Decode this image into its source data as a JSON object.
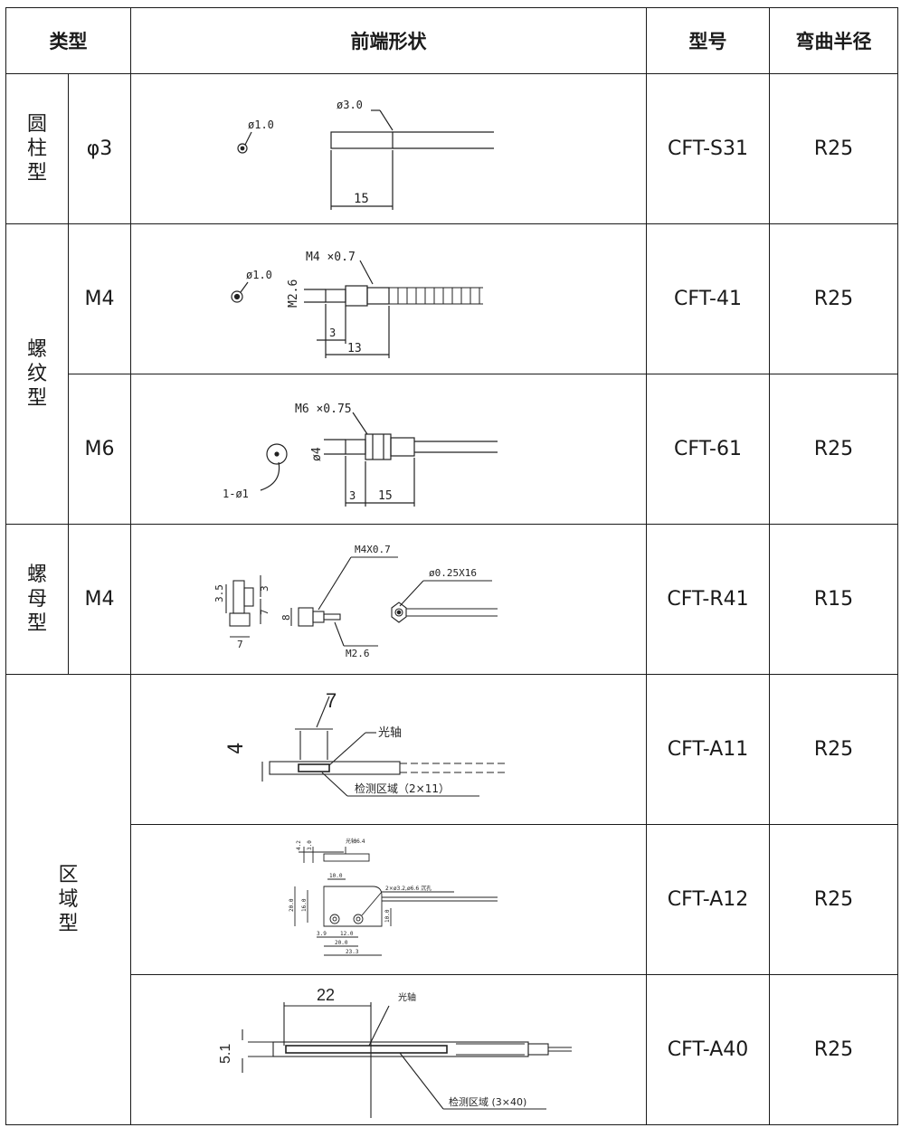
{
  "headers": {
    "type": "类型",
    "tip_shape": "前端形状",
    "model": "型号",
    "bend_radius": "弯曲半径"
  },
  "groups": {
    "cylinder": [
      "圆",
      "柱",
      "型"
    ],
    "thread": [
      "螺",
      "纹",
      "型"
    ],
    "nut": [
      "螺",
      "母",
      "型"
    ],
    "area": [
      "区",
      "域",
      "型"
    ]
  },
  "rows": [
    {
      "size": "φ3",
      "model": "CFT-S31",
      "radius": "R25",
      "labels": {
        "dia": "ø1.0",
        "tip": "ø3.0",
        "len": "15"
      }
    },
    {
      "size": "M4",
      "model": "CFT-41",
      "radius": "R25",
      "labels": {
        "dia": "ø1.0",
        "thread": "M4 ×0.7",
        "shaft": "M2.6",
        "d1": "3",
        "d2": "13"
      }
    },
    {
      "size": "M6",
      "model": "CFT-61",
      "radius": "R25",
      "labels": {
        "thread": "M6 ×0.75",
        "shaft": "ø4",
        "hole": "1-ø1",
        "d1": "3",
        "d2": "15"
      }
    },
    {
      "size": "M4",
      "model": "CFT-R41",
      "radius": "R15",
      "labels": {
        "thread": "M4X0.7",
        "fiber": "ø0.25X16",
        "shaft": "M2.6",
        "h1": "3.5",
        "h2": "3",
        "h3": "7",
        "w": "7",
        "hex": "8"
      }
    },
    {
      "size": "",
      "model": "CFT-A11",
      "radius": "R25",
      "labels": {
        "w": "7",
        "h": "4",
        "axis": "光轴",
        "zone": "检测区域（2×11）"
      }
    },
    {
      "size": "",
      "model": "CFT-A12",
      "radius": "R25",
      "labels": {
        "a": "4.2",
        "b": "3.0",
        "c": "光轴6.4",
        "d": "10.0",
        "e": "2×ø3.2,ø6.6 沉孔",
        "f": "20.0",
        "g": "16.0",
        "h": "10.0",
        "i": "3.9",
        "j": "12.0",
        "k": "20.0",
        "l": "23.3"
      }
    },
    {
      "size": "",
      "model": "CFT-A40",
      "radius": "R25",
      "labels": {
        "w": "22",
        "h": "5.1",
        "axis": "光轴",
        "zone": "检测区域 (3×40)"
      }
    }
  ]
}
